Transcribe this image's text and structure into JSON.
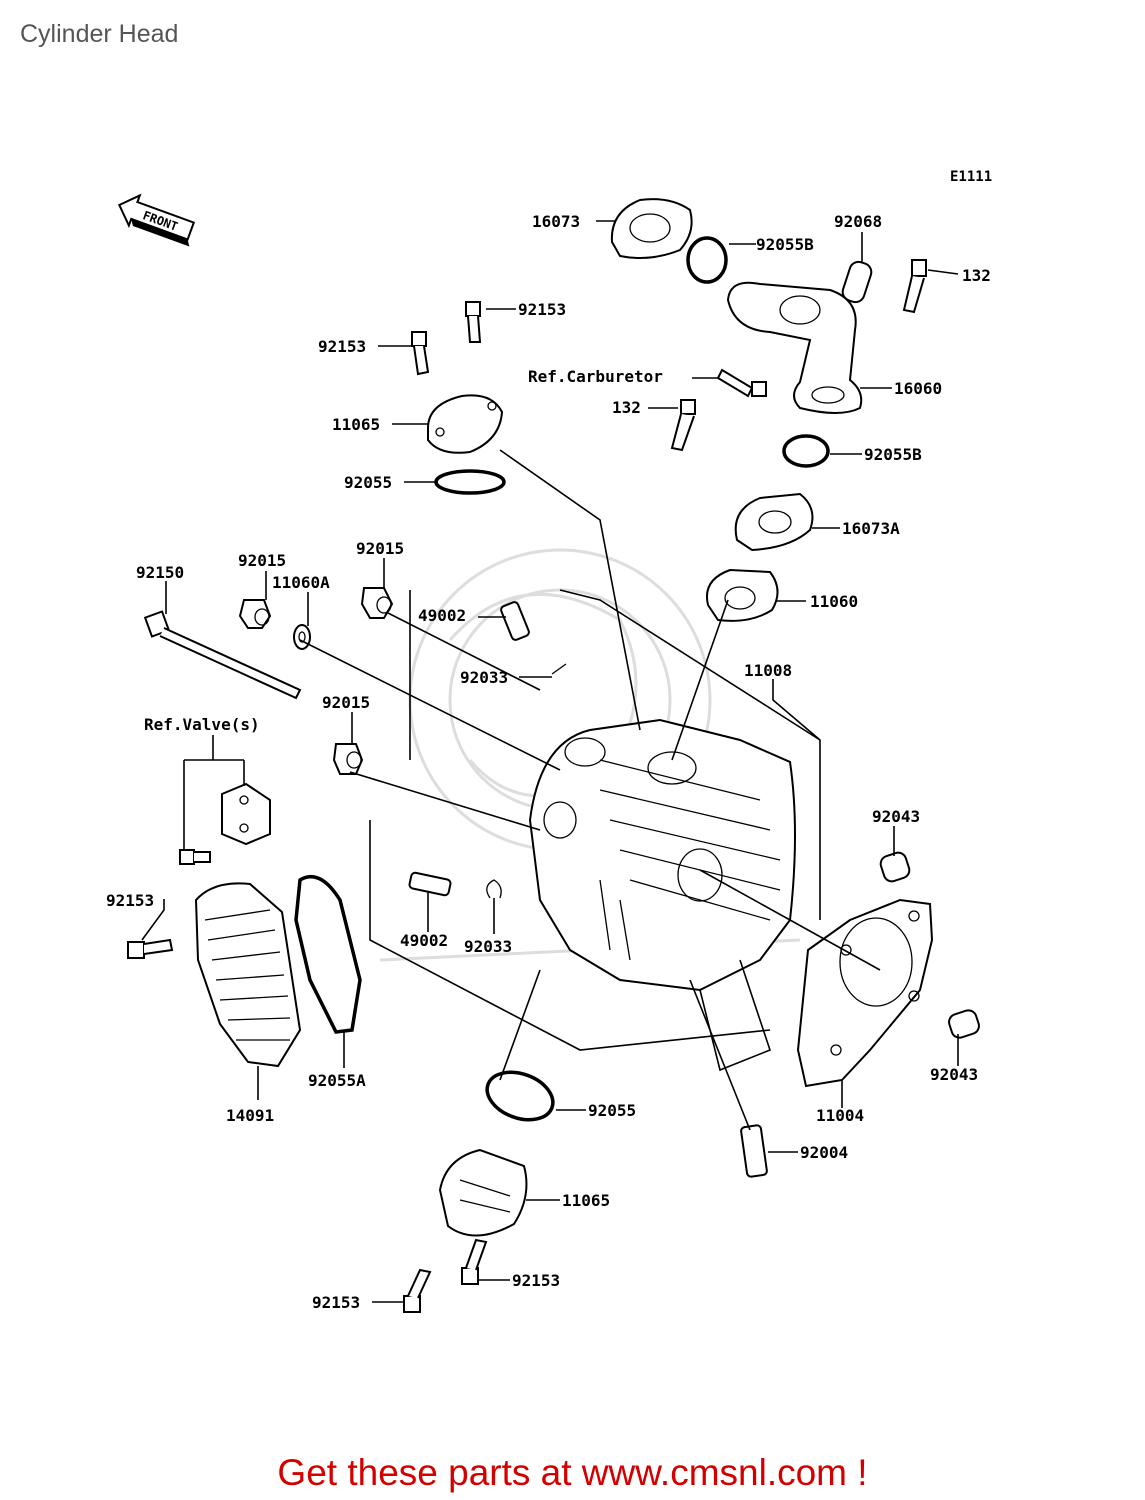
{
  "page": {
    "title": "Cylinder Head"
  },
  "diagram": {
    "code": "E1111",
    "front_badge": "FRONT",
    "callouts": [
      {
        "id": "c16073",
        "text": "16073"
      },
      {
        "id": "c92055B_1",
        "text": "92055B"
      },
      {
        "id": "c92068",
        "text": "92068"
      },
      {
        "id": "c132_1",
        "text": "132"
      },
      {
        "id": "c92153_top",
        "text": "92153"
      },
      {
        "id": "c92153_left",
        "text": "92153"
      },
      {
        "id": "cRefCarb",
        "text": "Ref.Carburetor"
      },
      {
        "id": "c132_2",
        "text": "132"
      },
      {
        "id": "c16060",
        "text": "16060"
      },
      {
        "id": "c11065_top",
        "text": "11065"
      },
      {
        "id": "c92055B_2",
        "text": "92055B"
      },
      {
        "id": "c92055_top",
        "text": "92055"
      },
      {
        "id": "c16073A",
        "text": "16073A"
      },
      {
        "id": "c92015_a",
        "text": "92015"
      },
      {
        "id": "c92015_b",
        "text": "92015"
      },
      {
        "id": "c92150",
        "text": "92150"
      },
      {
        "id": "c11060A",
        "text": "11060A"
      },
      {
        "id": "c49002_top",
        "text": "49002"
      },
      {
        "id": "c11060",
        "text": "11060"
      },
      {
        "id": "c92033_top",
        "text": "92033"
      },
      {
        "id": "c11008",
        "text": "11008"
      },
      {
        "id": "c92015_c",
        "text": "92015"
      },
      {
        "id": "cRefValve",
        "text": "Ref.Valve(s)"
      },
      {
        "id": "c92043_top",
        "text": "92043"
      },
      {
        "id": "c92153_mid",
        "text": "92153"
      },
      {
        "id": "c49002_bot",
        "text": "49002"
      },
      {
        "id": "c92033_bot",
        "text": "92033"
      },
      {
        "id": "c92055A",
        "text": "92055A"
      },
      {
        "id": "c14091",
        "text": "14091"
      },
      {
        "id": "c92043_bot",
        "text": "92043"
      },
      {
        "id": "c11004",
        "text": "11004"
      },
      {
        "id": "c92055_bot",
        "text": "92055"
      },
      {
        "id": "c92004",
        "text": "92004"
      },
      {
        "id": "c11065_bot",
        "text": "11065"
      },
      {
        "id": "c92153_br",
        "text": "92153"
      },
      {
        "id": "c92153_bl",
        "text": "92153"
      }
    ]
  },
  "footer": {
    "text": "Get these parts at www.cmsnl.com !"
  }
}
